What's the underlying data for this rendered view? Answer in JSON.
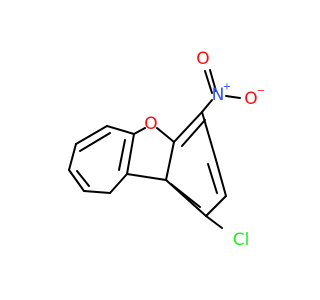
{
  "colors": {
    "bond": "#000000",
    "oxygen": "#ff0d0d",
    "nitrogen": "#3050f8",
    "chlorine": "#1ff01f"
  },
  "atoms": {
    "ring_oxygen": "O",
    "nitro_nitrogen": "N",
    "nitro_oxygen_top": "O",
    "nitro_oxygen_right": "O",
    "chlorine": "Cl"
  },
  "charges": {
    "nitrogen": "+",
    "oxygen": "−"
  }
}
